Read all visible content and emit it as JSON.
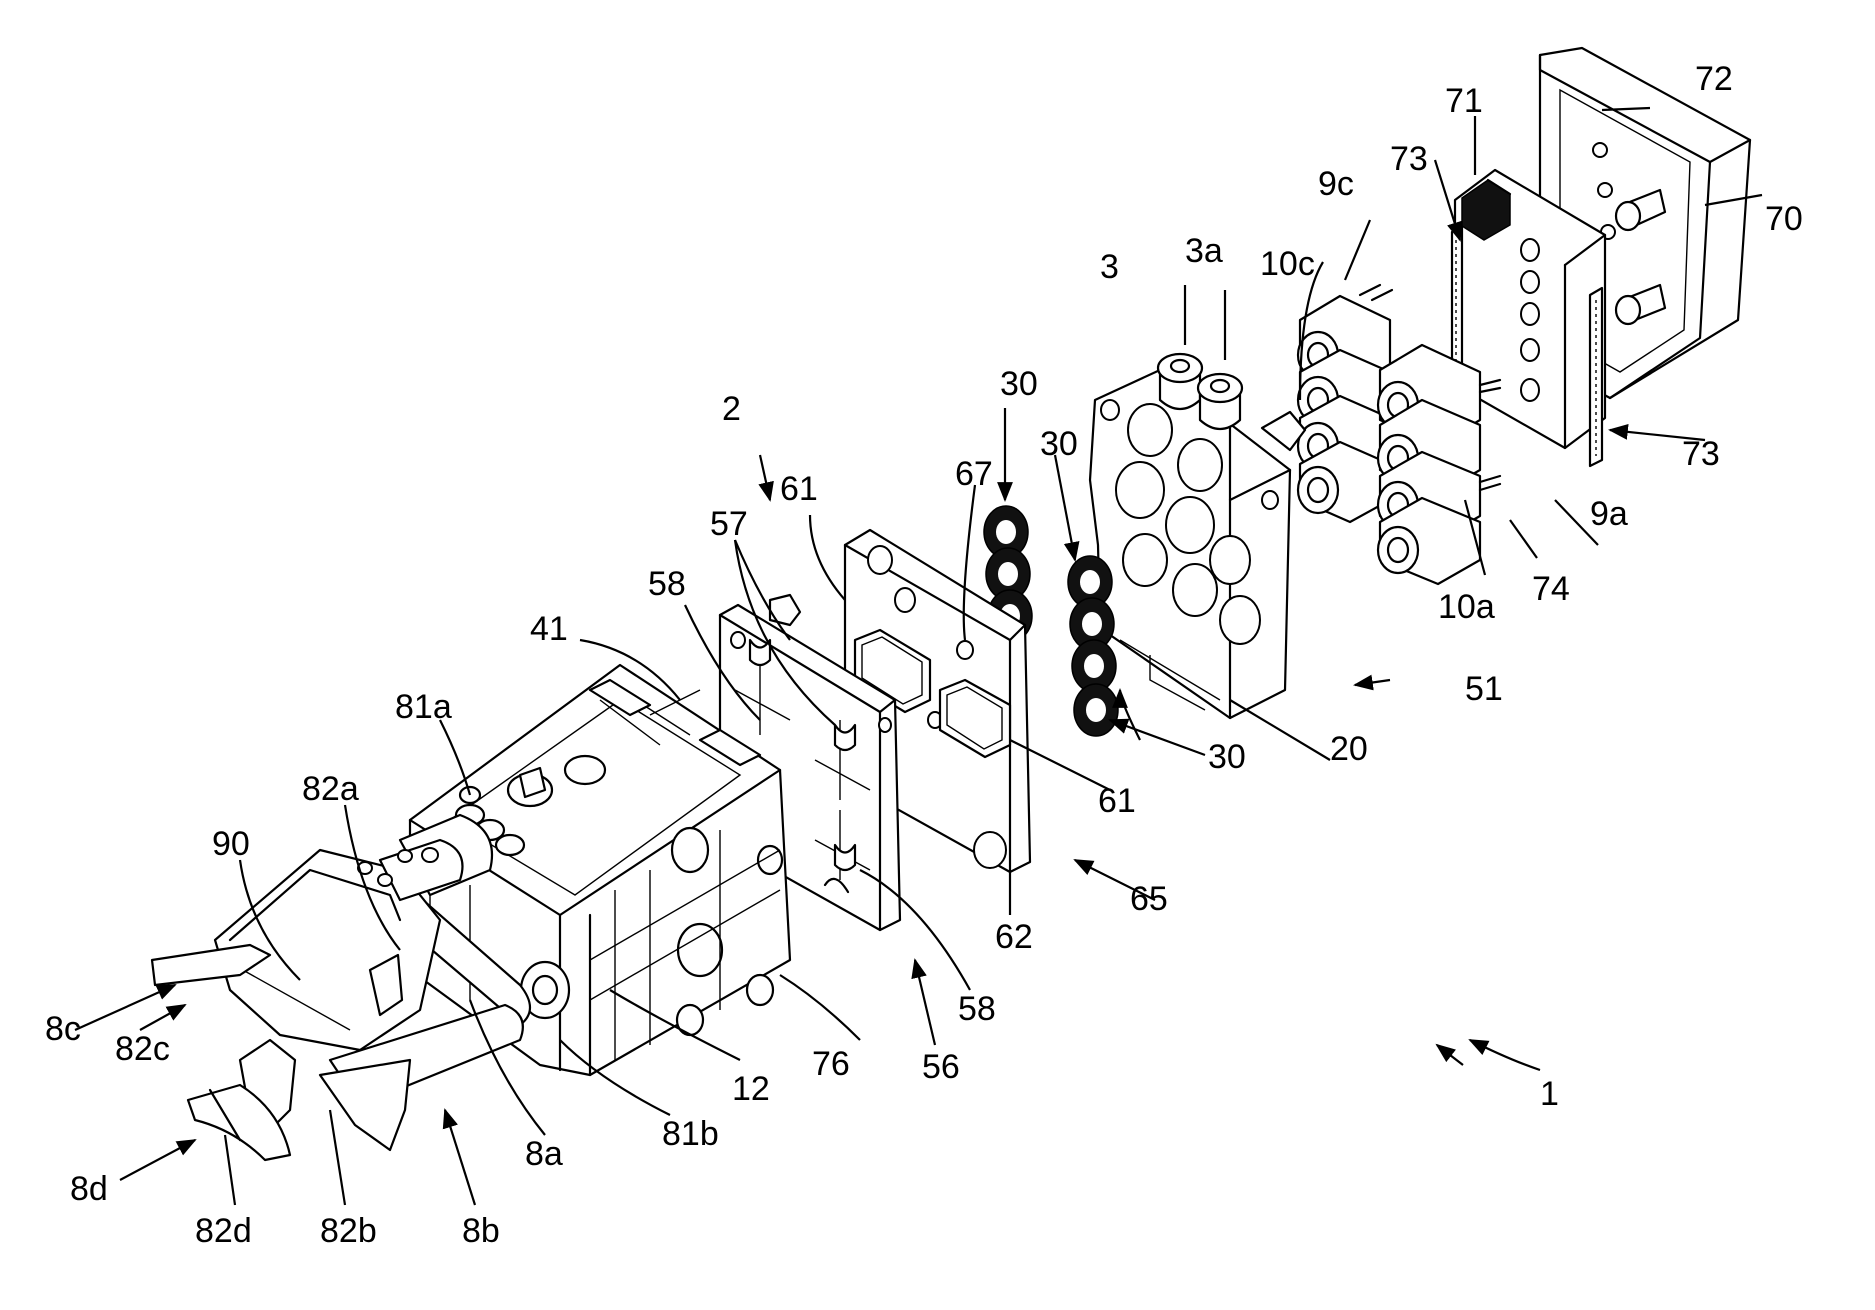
{
  "labels": {
    "l1": "1",
    "l2": "2",
    "l3": "3",
    "l3a": "3a",
    "l9a": "9a",
    "l9c": "9c",
    "l10a": "10a",
    "l10c": "10c",
    "l12": "12",
    "l20": "20",
    "l30a": "30",
    "l30b": "30",
    "l30c": "30",
    "l41": "41",
    "l51": "51",
    "l56": "56",
    "l57": "57",
    "l58a": "58",
    "l58b": "58",
    "l61a": "61",
    "l61b": "61",
    "l62": "62",
    "l65": "65",
    "l67": "67",
    "l70": "70",
    "l71": "71",
    "l72": "72",
    "l73a": "73",
    "l73b": "73",
    "l74": "74",
    "l76": "76",
    "l8a": "8a",
    "l8b": "8b",
    "l8c": "8c",
    "l8d": "8d",
    "l81a": "81a",
    "l81b": "81b",
    "l82a": "82a",
    "l82b": "82b",
    "l82c": "82c",
    "l82d": "82d",
    "l90": "90"
  }
}
